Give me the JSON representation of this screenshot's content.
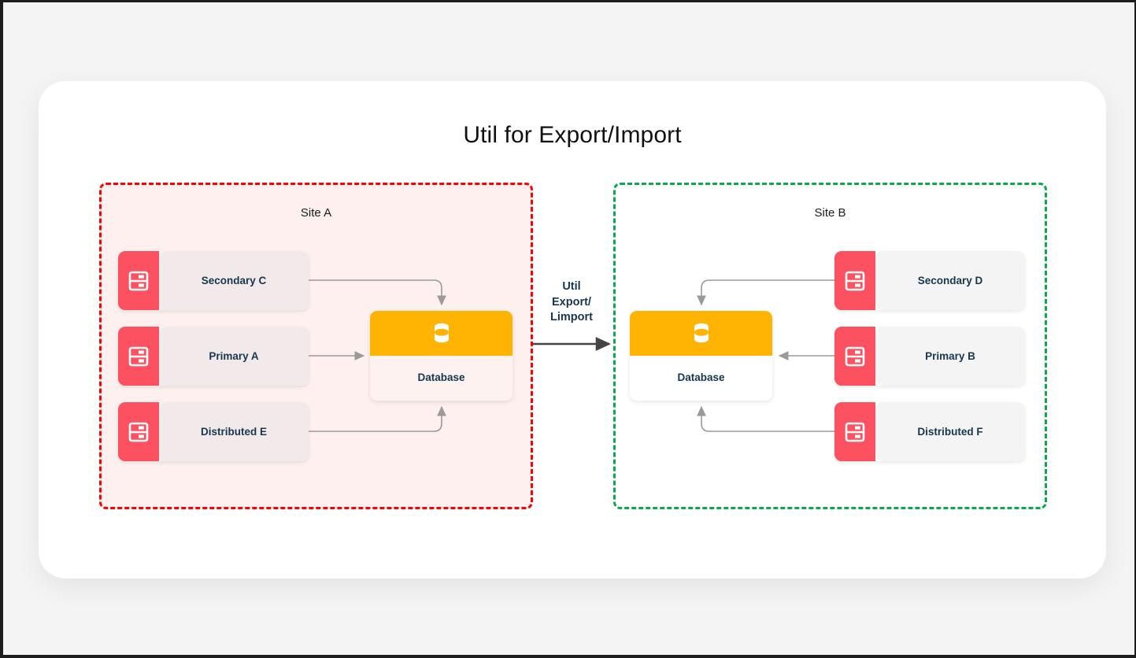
{
  "page": {
    "title": "Util for Export/Import",
    "background_color": "#f4f4f4",
    "card_color": "#ffffff"
  },
  "colors": {
    "site_a_border": "#ff0000",
    "site_a_fill": "#fdf0ef",
    "site_b_border": "#0ba94f",
    "site_b_fill": "#ffffff",
    "node_accent": "#fc5160",
    "database_accent": "#ffb302",
    "label_text": "#15374f",
    "connector": "#9a9a9a"
  },
  "sites": [
    {
      "id": "site-a",
      "label": "Site A",
      "nodes": [
        {
          "label": "Secondary C",
          "icon": "server-icon"
        },
        {
          "label": "Primary A",
          "icon": "server-icon"
        },
        {
          "label": "Distributed E",
          "icon": "server-icon"
        }
      ],
      "database": {
        "label": "Database",
        "icon": "database-cylinder-icon"
      }
    },
    {
      "id": "site-b",
      "label": "Site B",
      "nodes": [
        {
          "label": "Secondary D",
          "icon": "server-icon"
        },
        {
          "label": "Primary B",
          "icon": "server-icon"
        },
        {
          "label": "Distributed F",
          "icon": "server-icon"
        }
      ],
      "database": {
        "label": "Database",
        "icon": "database-cylinder-icon"
      }
    }
  ],
  "transfer": {
    "line1": "Util",
    "line2": "Export/",
    "line3": "Limport",
    "arrow_direction": "left-to-right"
  }
}
